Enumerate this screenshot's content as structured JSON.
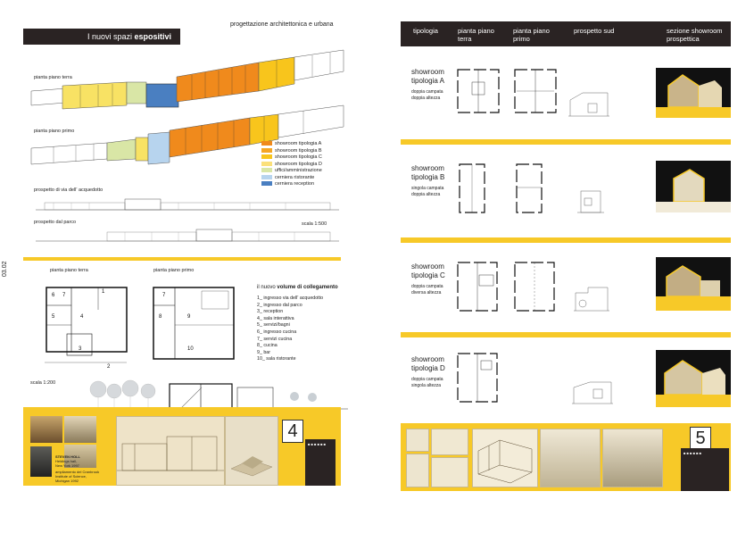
{
  "left": {
    "header_title_plain": "I nuovi spazi ",
    "header_title_bold": "espositivi",
    "subtitle": "progettazione architettonica e urbana",
    "label_piano_terra": "pianta piano terra",
    "label_piano_primo": "pianta piano primo",
    "label_prospetto_acquedotto": "prospetto di via dell' acquedotto",
    "label_prospetto_parco": "prospetto dal parco",
    "scale_500": "scala 1:500",
    "legend": [
      {
        "label": "showroom tipologia A",
        "color": "#f08a1c"
      },
      {
        "label": "showroom tipologia B",
        "color": "#f5a623"
      },
      {
        "label": "showroom tipologia C",
        "color": "#f8c51c"
      },
      {
        "label": "showroom tipologia D",
        "color": "#fbe07a"
      },
      {
        "label": "uffici/amministrazione",
        "color": "#d9e6a6"
      },
      {
        "label": "cerniera ristorante",
        "color": "#b7d4ee"
      },
      {
        "label": "cerniera reception",
        "color": "#4a7fc1"
      }
    ],
    "page_code": "03.02",
    "label_pt2": "pianta piano terra",
    "label_pp2": "pianta piano primo",
    "volume_title_plain": "il nuovo ",
    "volume_title_bold": "volume di collegamento",
    "volume_items": [
      "1_ ingresso via dell' acquedotto",
      "2_ ingresso dal parco",
      "3_ reception",
      "4_ sala interattiva",
      "5_ servizi/bagni",
      "6_ ingresso cucina",
      "7_ servizi cucina",
      "8_ cucina",
      "9_ bar",
      "10_ sala ristorante"
    ],
    "scale_200": "scala 1:200",
    "plan_numbers_a": [
      "1",
      "6",
      "7",
      "5",
      "4",
      "3",
      "2"
    ],
    "plan_numbers_b": [
      "7",
      "8",
      "9",
      "10"
    ],
    "panel_number": "4",
    "credit_name": "STEVEN HOLL",
    "credit_line1": "Heldings hall,",
    "credit_line2": "New York 1997",
    "credit_line3": "ampliamento del Cranbrook",
    "credit_line4": "Institute of Science,",
    "credit_line5": "Michigan 1992"
  },
  "right": {
    "headers": [
      "tipologia",
      "pianta piano terra",
      "pianta piano primo",
      "prospetto sud",
      "sezione showroom prospettica"
    ],
    "rows": [
      {
        "title": "showroom tipologia A",
        "desc1": "doppia campata",
        "desc2": "doppia altezza"
      },
      {
        "title": "showroom tipologia B",
        "desc1": "singola campata",
        "desc2": "doppia altezza"
      },
      {
        "title": "showroom tipologia C",
        "desc1": "doppia campata",
        "desc2": "diversa altezza"
      },
      {
        "title": "showroom tipologia D",
        "desc1": "doppia campata",
        "desc2": "singola altezza"
      }
    ],
    "panel_number": "5"
  },
  "colors": {
    "dark": "#2a2323",
    "yellow": "#f7c928"
  }
}
